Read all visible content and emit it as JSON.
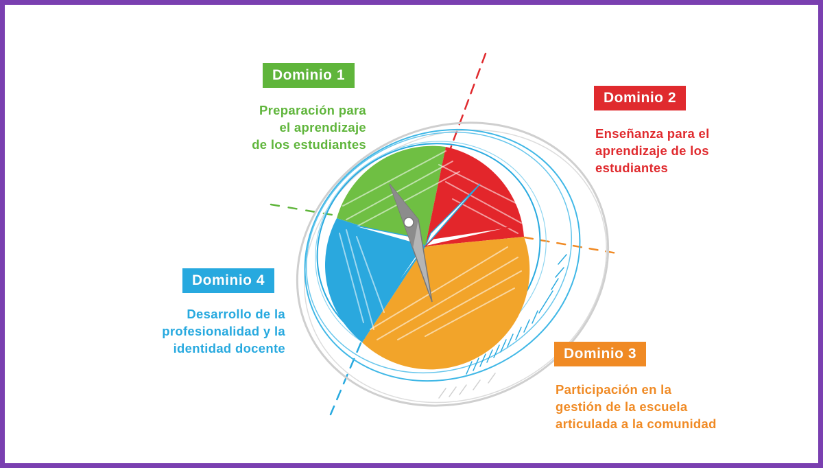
{
  "colors": {
    "frame": "#7a3fb0",
    "domain1": "#5fb53b",
    "domain2": "#e02a2e",
    "domain3": "#f08a24",
    "domain4": "#27a9df",
    "ring_gray": "#c8c8c8",
    "needle": "#9a9a9a"
  },
  "domains": [
    {
      "label": "Dominio 1",
      "lines": [
        "Preparación para",
        "el aprendizaje",
        "de los estudiantes"
      ]
    },
    {
      "label": "Dominio 2",
      "lines": [
        "Enseñanza para el",
        "aprendizaje de los",
        "estudiantes"
      ]
    },
    {
      "label": "Dominio 3",
      "lines": [
        "Participación en la",
        "gestión de la escuela",
        "articulada a la comunidad"
      ]
    },
    {
      "label": "Dominio 4",
      "lines": [
        "Desarrollo de la",
        "profesionalidad y la",
        "identidad docente"
      ]
    }
  ]
}
